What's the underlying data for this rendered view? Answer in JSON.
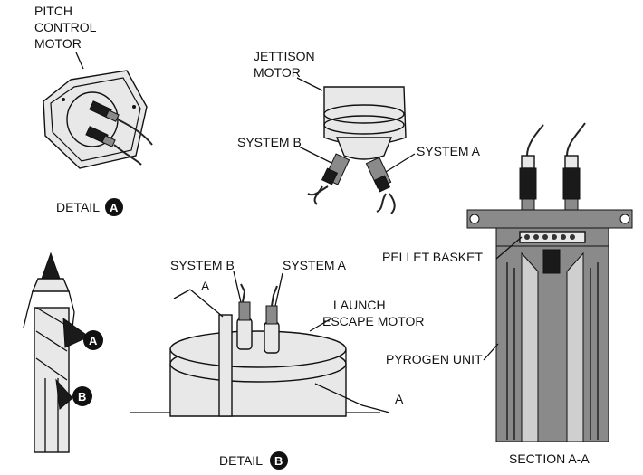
{
  "labels": {
    "pitch_control_motor": [
      "PITCH",
      "CONTROL",
      "MOTOR"
    ],
    "jettison_motor": [
      "JETTISON",
      "MOTOR"
    ],
    "system_b_top": "SYSTEM B",
    "system_a_top": "SYSTEM A",
    "detail_a": "DETAIL",
    "detail_a_badge": "A",
    "pellet_basket": "PELLET BASKET",
    "system_b_bottom": "SYSTEM B",
    "system_a_bottom": "SYSTEM A",
    "launch_escape_motor": [
      "LAUNCH",
      "ESCAPE MOTOR"
    ],
    "section_marker_left": "A",
    "section_marker_right": "A",
    "pyrogen_unit": "PYROGEN UNIT",
    "rocket_badge_a": "A",
    "rocket_badge_b": "B",
    "detail_b": "DETAIL",
    "detail_b_badge": "B",
    "section_aa": "SECTION A-A"
  },
  "colors": {
    "ink": "#111111",
    "background": "#ffffff"
  }
}
